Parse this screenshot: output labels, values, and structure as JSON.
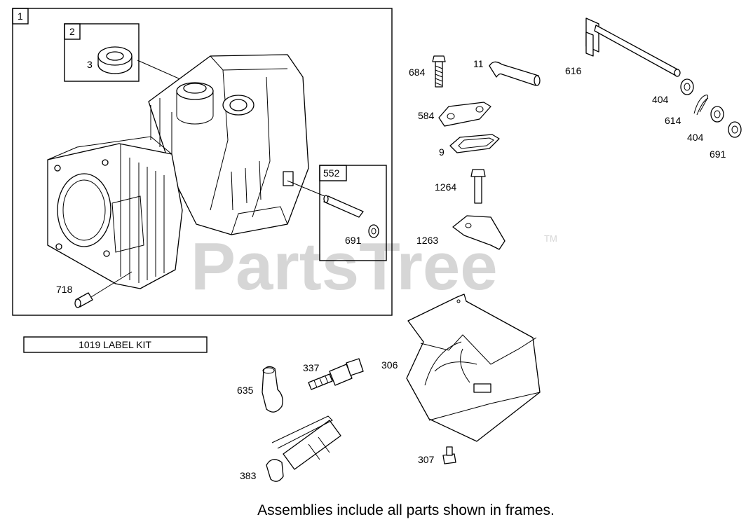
{
  "watermark": {
    "text": "PartsTree",
    "trademark": "TM"
  },
  "frames": [
    {
      "id": "1"
    },
    {
      "id": "2"
    },
    {
      "id": "552"
    }
  ],
  "callouts": {
    "c3": "3",
    "c718": "718",
    "c691a": "691",
    "c684": "684",
    "c11": "11",
    "c616": "616",
    "c584": "584",
    "c9": "9",
    "c1264": "1264",
    "c1263": "1263",
    "c404a": "404",
    "c614": "614",
    "c404b": "404",
    "c691b": "691",
    "c306": "306",
    "c337": "337",
    "c635": "635",
    "c383": "383",
    "c307": "307"
  },
  "label_kit": "1019 LABEL KIT",
  "caption": "Assemblies include all parts shown in frames."
}
